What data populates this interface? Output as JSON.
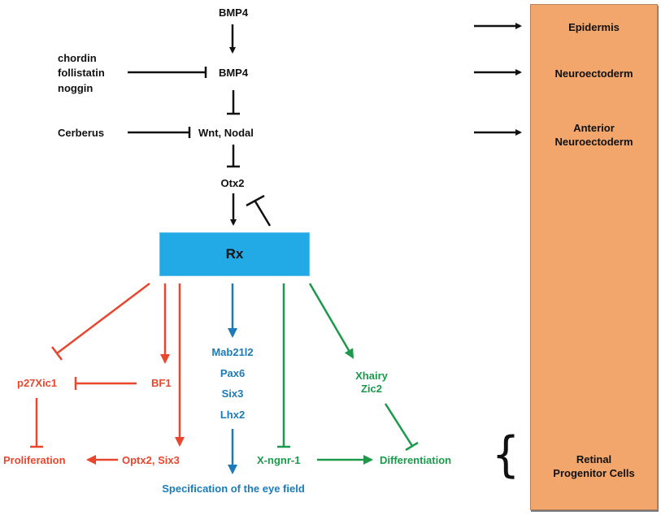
{
  "colors": {
    "black": "#111111",
    "red": "#e8472e",
    "blue": "#1b7bb8",
    "green": "#1a9a4a",
    "rx_box": "#22aae6",
    "panel": "#f2a66c"
  },
  "nodes": {
    "bmp4_top": "BMP4",
    "bmp4_mid": "BMP4",
    "inhibitors_bmp": [
      "chordin",
      "follistatin",
      "noggin"
    ],
    "wnt_nodal": "Wnt, Nodal",
    "cerberus": "Cerberus",
    "otx2": "Otx2",
    "rx": "Rx",
    "p27xic1": "p27Xic1",
    "bf1": "BF1",
    "proliferation": "Proliferation",
    "optx2_six3": "Optx2, Six3",
    "eye_field_genes": [
      "Mab21l2",
      "Pax6",
      "Six3",
      "Lhx2"
    ],
    "specification": "Specification of the eye field",
    "xhairy_zic2": [
      "Xhairy",
      "Zic2"
    ],
    "x_ngnr1": "X-ngnr-1",
    "differentiation": "Differentiation"
  },
  "panel": {
    "epidermis": "Epidermis",
    "neuroectoderm": "Neuroectoderm",
    "anterior_neuroectoderm": [
      "Anterior",
      "Neuroectoderm"
    ],
    "retinal_progenitor": [
      "Retinal",
      "Progenitor Cells"
    ]
  },
  "edges": [
    {
      "from": "BMP4",
      "to": "BMP4",
      "type": "activate",
      "color": "black"
    },
    {
      "from": "chordin/follistatin/noggin",
      "to": "BMP4",
      "type": "inhibit",
      "color": "black"
    },
    {
      "from": "BMP4",
      "to": "Wnt, Nodal",
      "type": "inhibit",
      "color": "black"
    },
    {
      "from": "Cerberus",
      "to": "Wnt, Nodal",
      "type": "inhibit",
      "color": "black"
    },
    {
      "from": "Wnt, Nodal",
      "to": "Otx2",
      "type": "inhibit",
      "color": "black"
    },
    {
      "from": "Otx2",
      "to": "Rx",
      "type": "activate",
      "color": "black"
    },
    {
      "from": "Rx",
      "to": "Otx2",
      "type": "inhibit",
      "color": "black"
    },
    {
      "from": "Rx",
      "to": "p27Xic1",
      "type": "inhibit",
      "color": "red"
    },
    {
      "from": "Rx",
      "to": "BF1",
      "type": "activate",
      "color": "red"
    },
    {
      "from": "Rx",
      "to": "Optx2, Six3",
      "type": "activate",
      "color": "red"
    },
    {
      "from": "BF1",
      "to": "p27Xic1",
      "type": "inhibit",
      "color": "red"
    },
    {
      "from": "p27Xic1",
      "to": "Proliferation",
      "type": "inhibit",
      "color": "red"
    },
    {
      "from": "Optx2, Six3",
      "to": "Proliferation",
      "type": "activate",
      "color": "red"
    },
    {
      "from": "Rx",
      "to": "Mab21l2/Pax6/Six3/Lhx2",
      "type": "activate",
      "color": "blue"
    },
    {
      "from": "Mab21l2/Pax6/Six3/Lhx2",
      "to": "Specification of the eye field",
      "type": "activate",
      "color": "blue"
    },
    {
      "from": "Rx",
      "to": "X-ngnr-1",
      "type": "inhibit",
      "color": "green"
    },
    {
      "from": "Rx",
      "to": "Xhairy/Zic2",
      "type": "activate",
      "color": "green"
    },
    {
      "from": "Xhairy/Zic2",
      "to": "Differentiation",
      "type": "inhibit",
      "color": "green"
    },
    {
      "from": "X-ngnr-1",
      "to": "Differentiation",
      "type": "activate",
      "color": "green"
    }
  ]
}
